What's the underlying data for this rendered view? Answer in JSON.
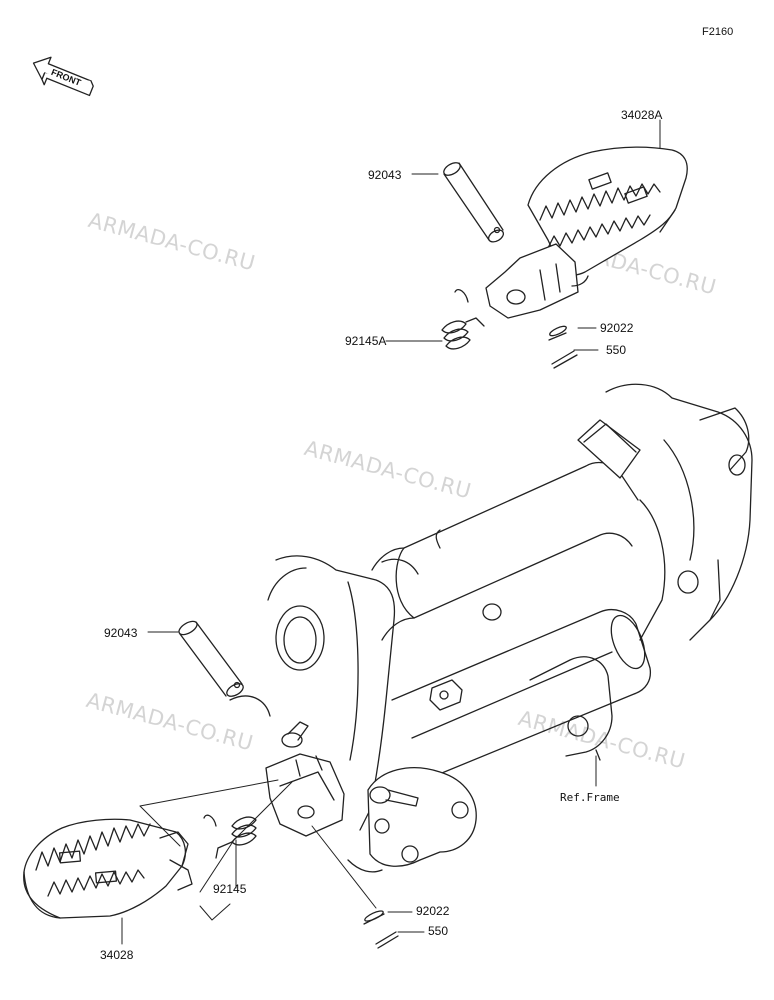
{
  "figure_id": "F2160",
  "front_badge": "FRONT",
  "watermarks": [
    "ARMADA-CO.RU",
    "ARMADA-CO.RU",
    "ARMADA-CO.RU",
    "ARMADA-CO.RU",
    "ARMADA-CO.RU"
  ],
  "parts": {
    "upper_footpeg": "34028A",
    "upper_pin": "92043",
    "upper_spring": "92145A",
    "upper_washer": "92022",
    "upper_cotter": "550",
    "lower_pin": "92043",
    "lower_spring": "92145",
    "lower_footpeg": "34028",
    "lower_washer": "92022",
    "lower_cotter": "550",
    "ref_frame": "Ref.Frame"
  },
  "colors": {
    "line": "#222222",
    "watermark": "#d4d4d4",
    "background": "#ffffff"
  }
}
